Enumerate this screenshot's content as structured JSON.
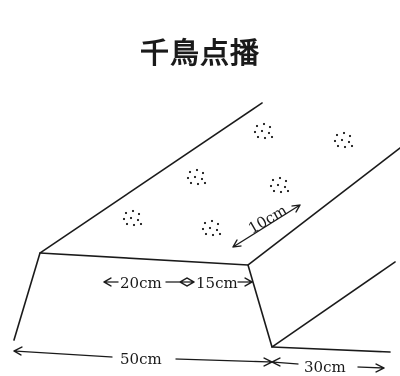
{
  "title": "千鳥点播",
  "labels": {
    "spacing_diagonal": "10cm",
    "spacing_20": "20cm",
    "spacing_15": "15cm",
    "width_50": "50cm",
    "width_30": "30cm"
  }
}
